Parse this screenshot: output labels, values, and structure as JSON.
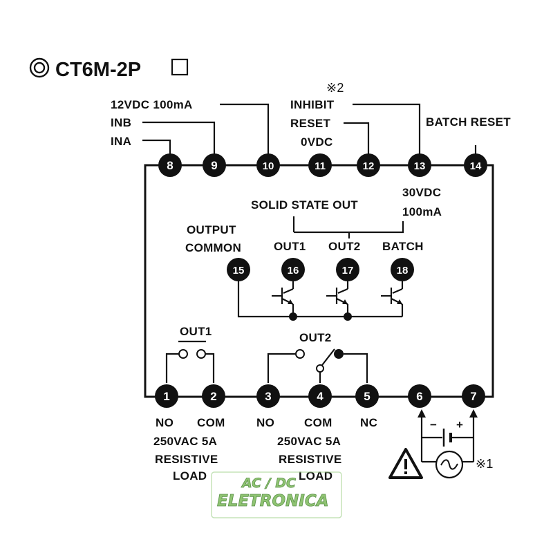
{
  "title": "CT6M-2P",
  "title_marker": "◎",
  "terminals": {
    "t1": "1",
    "t2": "2",
    "t3": "3",
    "t4": "4",
    "t5": "5",
    "t6": "6",
    "t7": "7",
    "t8": "8",
    "t9": "9",
    "t10": "10",
    "t11": "11",
    "t12": "12",
    "t13": "13",
    "t14": "14",
    "t15": "15",
    "t16": "16",
    "t17": "17",
    "t18": "18"
  },
  "top_labels": {
    "supply": "12VDC 100mA",
    "inb": "INB",
    "ina": "INA",
    "note2": "※2",
    "inhibit": "INHIBIT",
    "reset": "RESET",
    "zero_vdc": "0VDC",
    "batch_reset": "BATCH RESET"
  },
  "solid_state": {
    "title": "SOLID STATE OUT",
    "rating_voltage": "30VDC",
    "rating_current": "100mA",
    "common_line1": "OUTPUT",
    "common_line2": "COMMON",
    "out1": "OUT1",
    "out2": "OUT2",
    "batch": "BATCH"
  },
  "relay": {
    "out1_label": "OUT1",
    "out2_label": "OUT2"
  },
  "bottom_labels": {
    "no1": "NO",
    "com1": "COM",
    "no2": "NO",
    "com2": "COM",
    "nc": "NC",
    "load1_rating": "250VAC 5A",
    "load1_type": "RESISTIVE",
    "load1_load": "LOAD",
    "load2_rating": "250VAC 5A",
    "load2_type": "RESISTIVE",
    "load2_load": "LOAD"
  },
  "power": {
    "minus": "−",
    "plus": "+",
    "note1": "※1",
    "warning_icon": "warning-triangle",
    "ac_icon": "ac-source-circle"
  },
  "watermark": {
    "line1": "AC / DC",
    "line2": "ELETRONICA"
  }
}
